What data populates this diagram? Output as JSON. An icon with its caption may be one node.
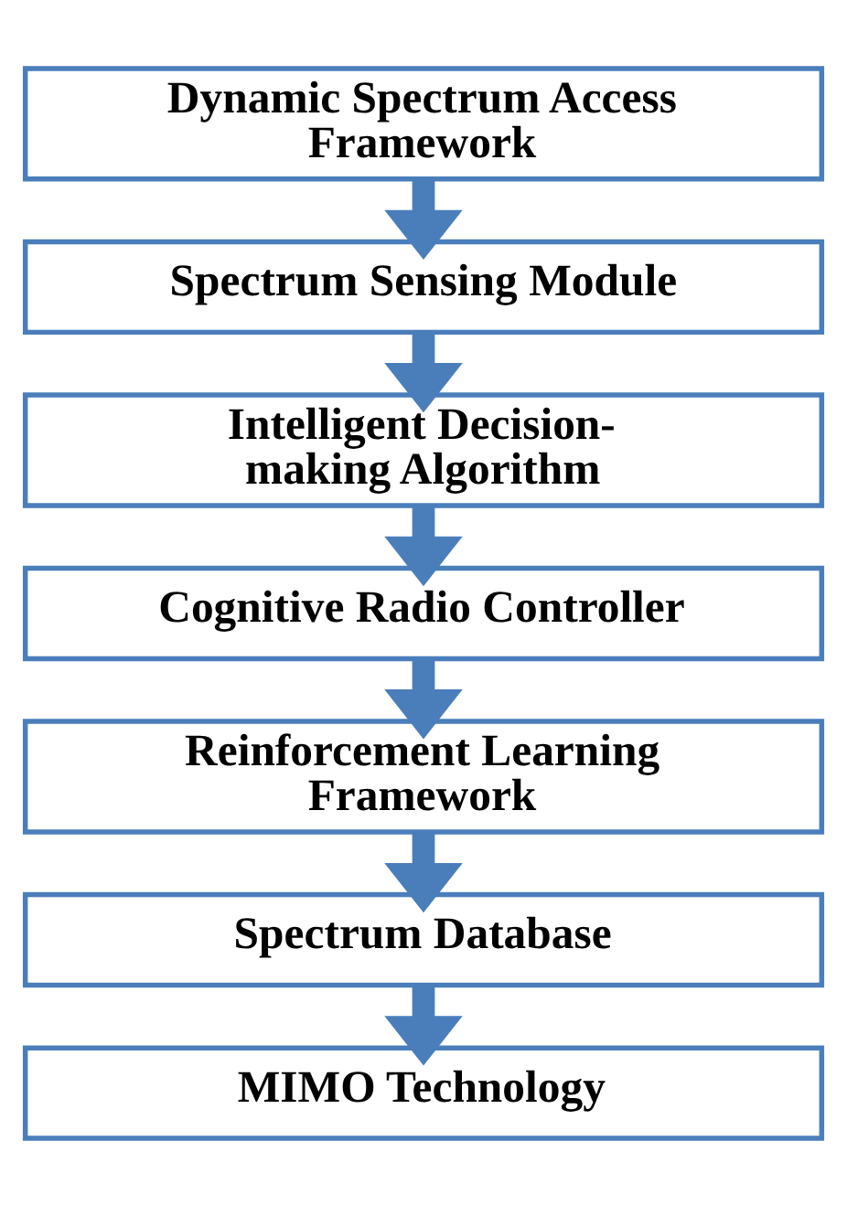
{
  "diagram": {
    "nodes": [
      {
        "text": [
          "Dynamic Spectrum Access Framework"
        ]
      },
      {
        "text": [
          "Spectrum Sensing Module"
        ]
      },
      {
        "text": [
          "Intelligent Decision- making Algorithm"
        ]
      },
      {
        "text": [
          "Cognitive Radio Controller"
        ]
      },
      {
        "text": [
          "Reinforcement Learning Framework"
        ]
      },
      {
        "text": [
          "Spectrum Database"
        ]
      },
      {
        "text": [
          "MIMO Technology"
        ]
      }
    ],
    "edges": [
      {
        "from": 0,
        "to": 1,
        "arrow": "to"
      },
      {
        "from": 1,
        "to": 2,
        "arrow": "to"
      },
      {
        "from": 2,
        "to": 3,
        "arrow": "to"
      },
      {
        "from": 3,
        "to": 4,
        "arrow": "to"
      },
      {
        "from": 4,
        "to": 5,
        "arrow": "to"
      },
      {
        "from": 5,
        "to": 6,
        "arrow": "to"
      }
    ]
  }
}
